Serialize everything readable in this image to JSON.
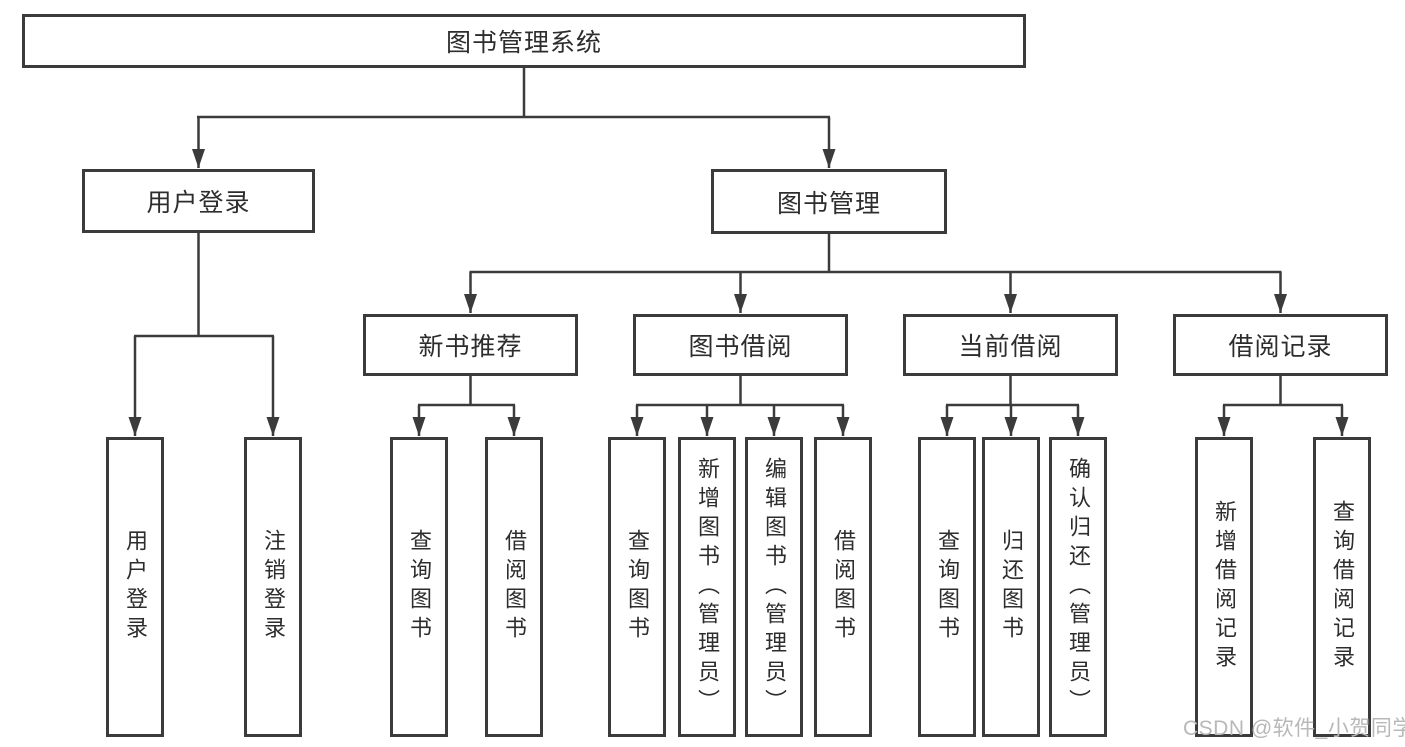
{
  "colors": {
    "background": "#ffffff",
    "line": "#3b3b3b",
    "text": "#2d2d2d",
    "watermark": "#b8b8b8"
  },
  "watermark": {
    "text": "CSDN @软件_小贺同学"
  },
  "nodes": {
    "root": {
      "label": "图书管理系统"
    },
    "user_login": {
      "label": "用户登录"
    },
    "book_management": {
      "label": "图书管理"
    },
    "new_book_recommend": {
      "label": "新书推荐"
    },
    "book_borrow": {
      "label": "图书借阅"
    },
    "current_borrow": {
      "label": "当前借阅"
    },
    "borrow_records": {
      "label": "借阅记录"
    },
    "ul_user_login": {
      "label": "用户登录"
    },
    "ul_logout": {
      "label": "注销登录"
    },
    "rec_query_books": {
      "label": "查询图书"
    },
    "rec_borrow_books": {
      "label": "借阅图书"
    },
    "bb_query_books": {
      "label": "查询图书"
    },
    "bb_add_books": {
      "label": "新增图书（管理员）"
    },
    "bb_edit_books": {
      "label": "编辑图书（管理员）"
    },
    "bb_borrow_books": {
      "label": "借阅图书"
    },
    "cb_query_books": {
      "label": "查询图书"
    },
    "cb_return_books": {
      "label": "归还图书"
    },
    "cb_confirm_return": {
      "label": "确认归还（管理员）"
    },
    "br_add_record": {
      "label": "新增借阅记录"
    },
    "br_query_record": {
      "label": "查询借阅记录"
    }
  }
}
